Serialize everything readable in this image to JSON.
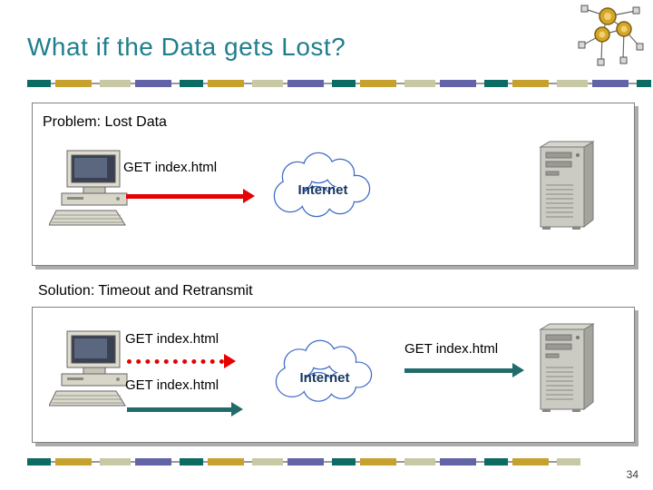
{
  "slide": {
    "title": "What if the Data gets Lost?",
    "page_number": "34"
  },
  "problem": {
    "label": "Problem: Lost Data",
    "request_label": "GET index.html",
    "cloud_label": "Internet"
  },
  "solution": {
    "label": "Solution: Timeout and Retransmit",
    "lost_request_label": "GET index.html",
    "retransmit_request_label": "GET index.html",
    "forwarded_request_label": "GET index.html",
    "cloud_label": "Internet"
  },
  "colors": {
    "title_teal": "#1f7e8e",
    "arrow_red": "#e60000",
    "arrow_teal": "#226b6b",
    "cloud_outline_blue": "#3f6bc6",
    "cloud_text_navy": "#17375d",
    "bar_teal": "#0c6b62",
    "bar_gold": "#c7a12d",
    "bar_khaki": "#c9c8a5",
    "bar_purple": "#6264a7"
  }
}
